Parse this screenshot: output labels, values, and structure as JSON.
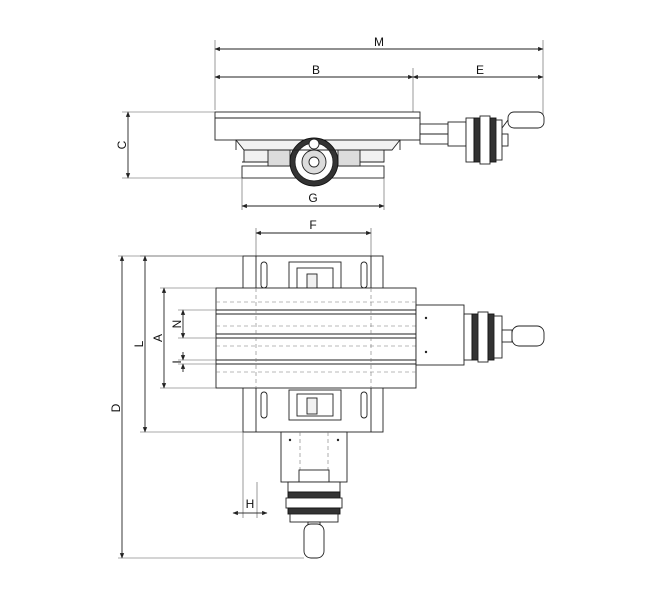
{
  "dimensions": {
    "M": "M",
    "B": "B",
    "E": "E",
    "C": "C",
    "G": "G",
    "F": "F",
    "D": "D",
    "L": "L",
    "A": "A",
    "N": "N",
    "I": "I",
    "H": "H"
  },
  "colors": {
    "line": "#222222",
    "background": "#ffffff"
  }
}
